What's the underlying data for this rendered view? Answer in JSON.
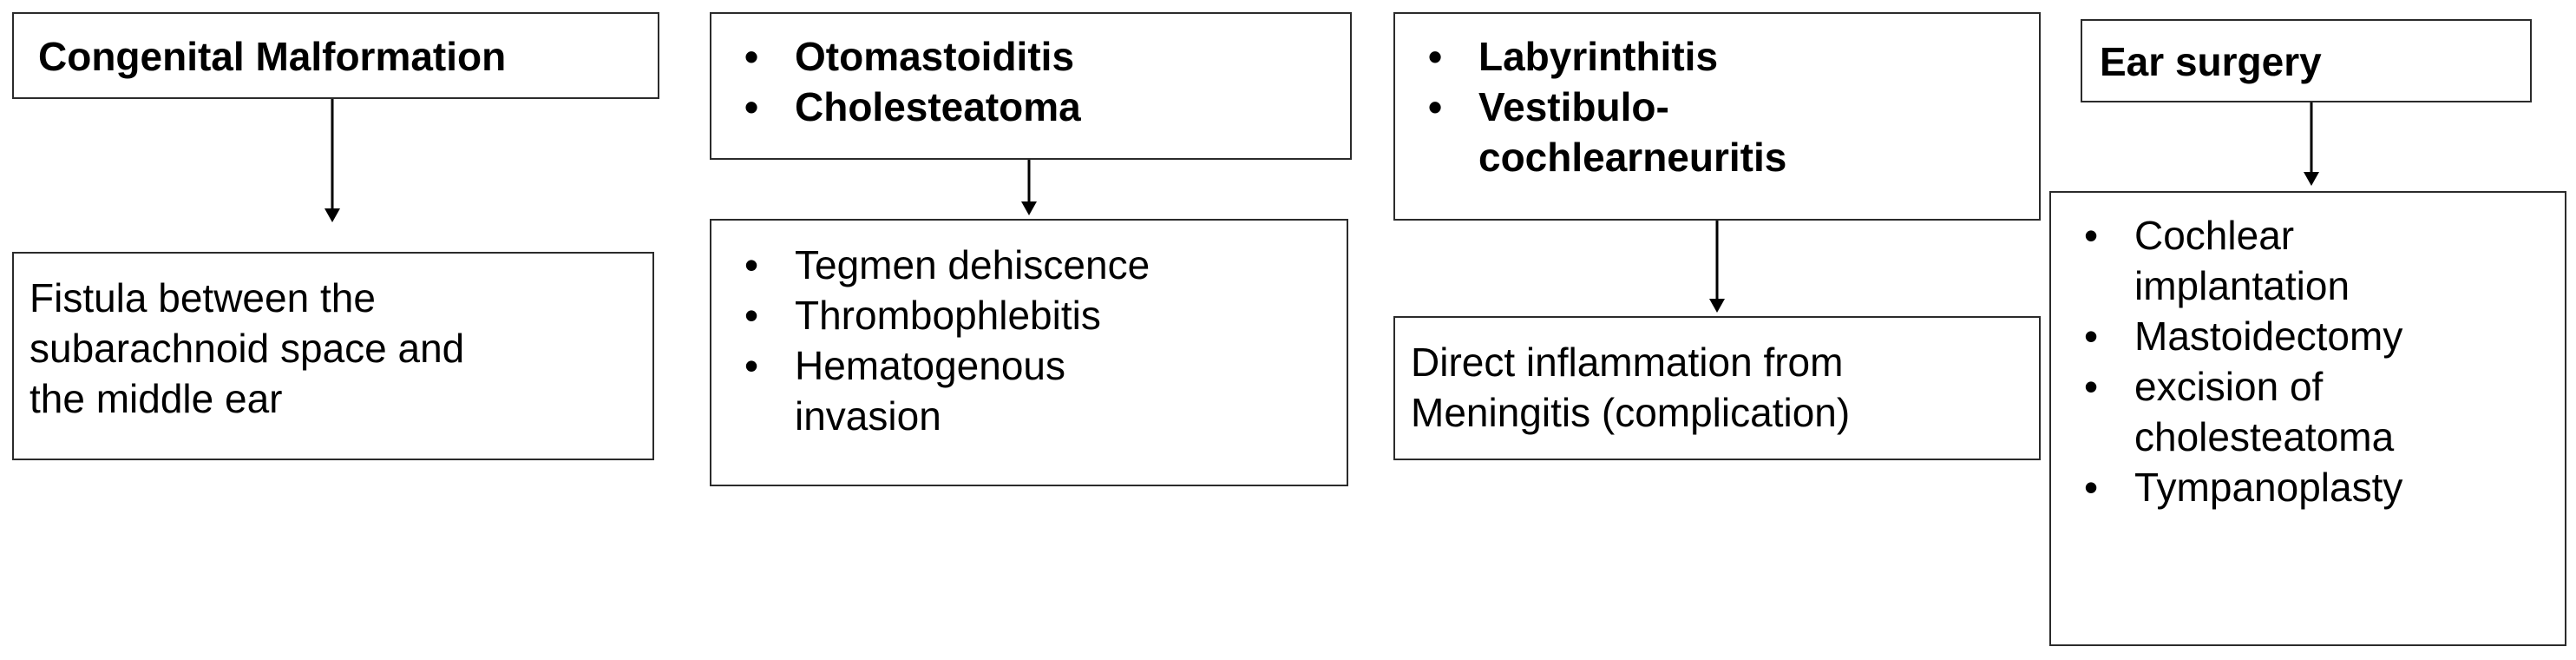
{
  "columns": [
    {
      "cause": {
        "text": "Congenital Malformation"
      },
      "mechanism": {
        "text": "Fistula between the\nsubarachnoid space and\nthe middle ear"
      }
    },
    {
      "cause": {
        "items": [
          "Otomastoiditis",
          "Cholesteatoma"
        ]
      },
      "mechanism": {
        "items": [
          "Tegmen dehiscence",
          "Thrombophlebitis",
          "Hematogenous\ninvasion"
        ]
      }
    },
    {
      "cause": {
        "items": [
          "Labyrinthitis",
          "Vestibulo-\ncochlearneuritis"
        ]
      },
      "mechanism": {
        "text": "Direct inflammation from\nMeningitis (complication)"
      }
    },
    {
      "cause": {
        "text": "Ear surgery"
      },
      "mechanism": {
        "items": [
          "Cochlear\nimplantation",
          "Mastoidectomy",
          "excision of\ncholesteatoma",
          "Tympanoplasty"
        ]
      }
    }
  ],
  "bullet_symbol": "•",
  "colors": {
    "border": "#2b2b2b",
    "arrow": "#000000",
    "background": "#ffffff"
  }
}
